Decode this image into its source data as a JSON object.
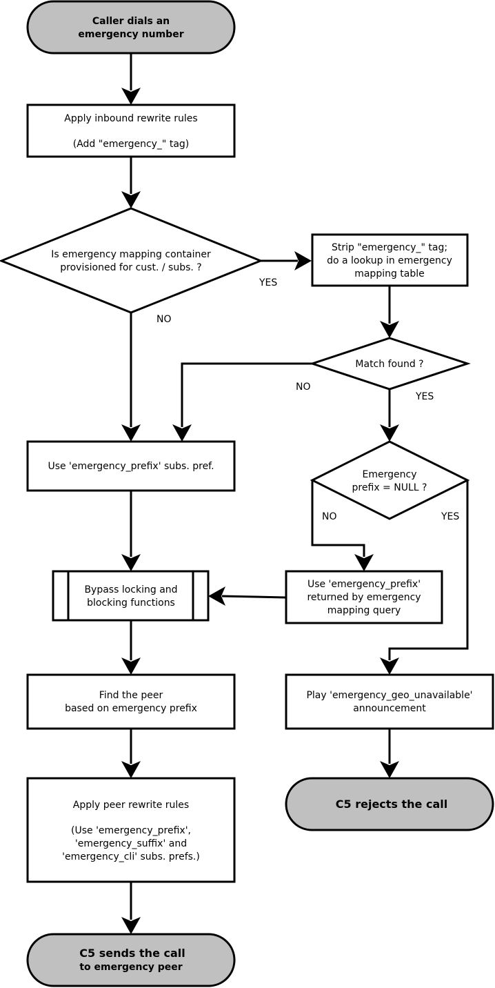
{
  "nodes": {
    "start": [
      "Caller dials an",
      "emergency number"
    ],
    "inbound": [
      "Apply inbound rewrite rules",
      "",
      "(Add \"emergency_\" tag)"
    ],
    "mapping_decision": [
      "Is emergency mapping container",
      "provisioned for cust. / subs. ?"
    ],
    "strip": [
      "Strip \"emergency_\" tag;",
      "do a lookup in emergency",
      "mapping table"
    ],
    "match_decision": [
      "Match found ?"
    ],
    "use_prefix_pref": [
      "Use 'emergency_prefix' subs. pref."
    ],
    "null_decision": [
      "Emergency",
      "prefix = NULL ?"
    ],
    "bypass": [
      "Bypass locking and",
      "blocking functions"
    ],
    "use_prefix_query": [
      "Use 'emergency_prefix'",
      "returned by emergency",
      "mapping query"
    ],
    "find_peer": [
      "Find the peer",
      "based on emergency prefix"
    ],
    "play_announcement": [
      "Play 'emergency_geo_unavailable'",
      "announcement"
    ],
    "peer_rewrite": [
      "Apply peer rewrite rules",
      "",
      "(Use 'emergency_prefix',",
      "'emergency_suffix' and",
      "'emergency_cli' subs. prefs.)"
    ],
    "reject": [
      "C5 rejects the call"
    ],
    "send": [
      "C5 sends the call",
      "to emergency peer"
    ]
  },
  "edge_labels": {
    "mapping_yes": "YES",
    "mapping_no": "NO",
    "match_no": "NO",
    "match_yes": "YES",
    "null_no": "NO",
    "null_yes": "YES"
  }
}
